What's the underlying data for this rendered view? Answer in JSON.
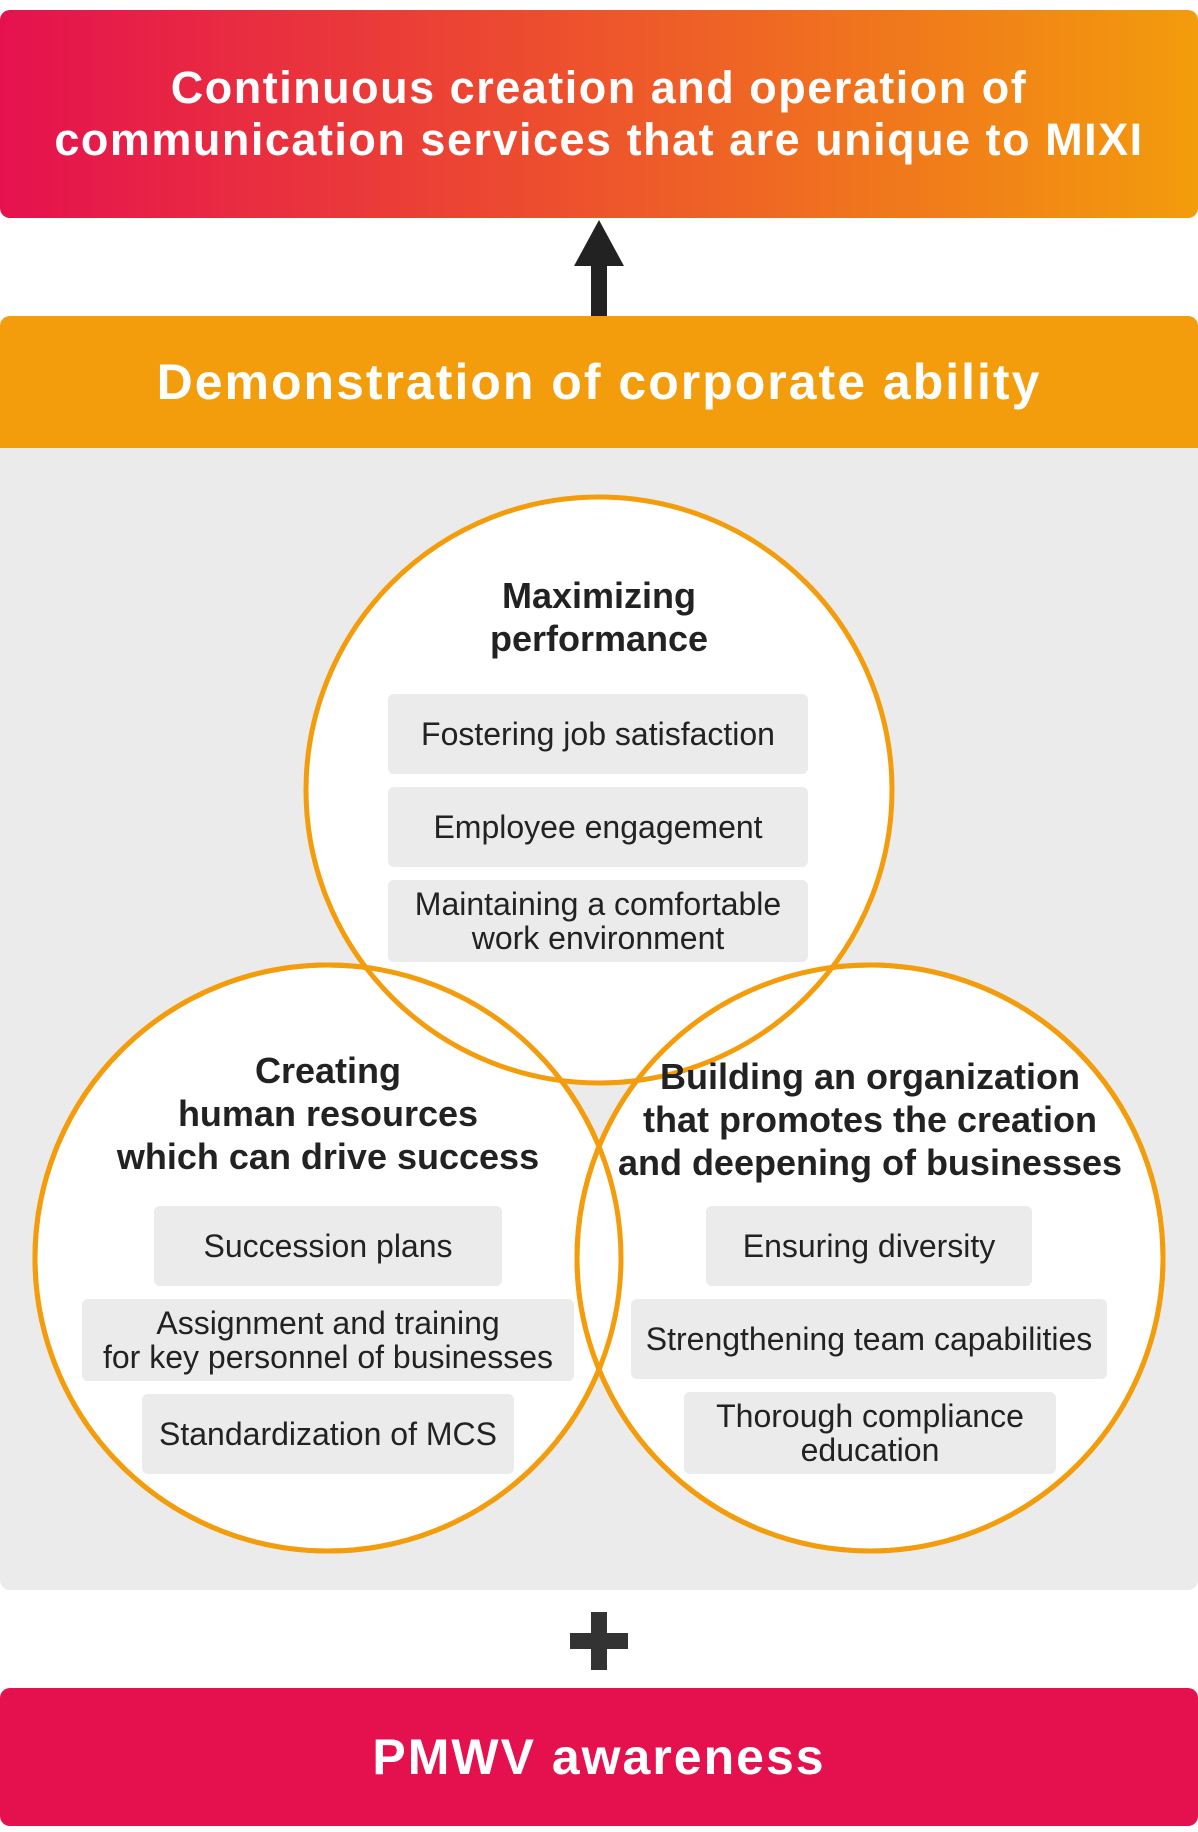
{
  "top_banner": {
    "line1": "Continuous creation and operation of",
    "line2": "communication services that are unique to MIXI"
  },
  "ability": {
    "header": "Demonstration of corporate ability"
  },
  "circles": {
    "top": {
      "title_line1": "Maximizing",
      "title_line2": "performance",
      "items": [
        {
          "line1": "Fostering job satisfaction"
        },
        {
          "line1": "Employee engagement"
        },
        {
          "line1": "Maintaining a comfortable",
          "line2": "work environment"
        }
      ]
    },
    "left": {
      "title_line1": "Creating",
      "title_line2": "human resources",
      "title_line3": "which can drive success",
      "items": [
        {
          "line1": "Succession plans"
        },
        {
          "line1": "Assignment and training",
          "line2": "for key personnel of businesses"
        },
        {
          "line1": "Standardization of MCS"
        }
      ]
    },
    "right": {
      "title_line1": "Building an organization",
      "title_line2": "that promotes the creation",
      "title_line3": "and deepening of businesses",
      "items": [
        {
          "line1": "Ensuring diversity"
        },
        {
          "line1": "Strengthening team capabilities"
        },
        {
          "line1": "Thorough compliance",
          "line2": "education"
        }
      ]
    }
  },
  "bottom_banner": {
    "label": "PMWV awareness"
  },
  "colors": {
    "gradient_start": "#e5114f",
    "gradient_end": "#f39c0c",
    "orange": "#f39c0c",
    "pink": "#e5114f",
    "panel_gray": "#ebebeb",
    "arrow": "#222222"
  }
}
